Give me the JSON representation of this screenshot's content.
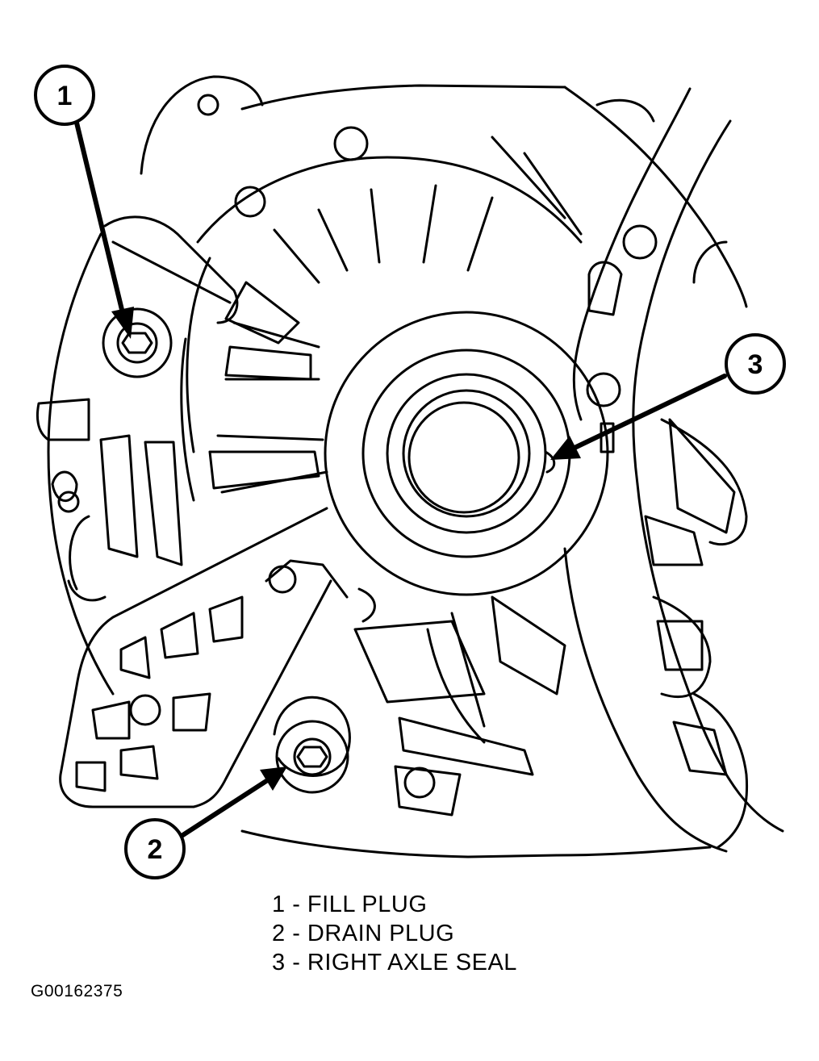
{
  "callouts": [
    {
      "number": "1",
      "target": "fill-plug"
    },
    {
      "number": "2",
      "target": "drain-plug"
    },
    {
      "number": "3",
      "target": "right-axle-seal"
    }
  ],
  "legend": [
    {
      "num": "1",
      "label": "FILL PLUG"
    },
    {
      "num": "2",
      "label": "DRAIN PLUG"
    },
    {
      "num": "3",
      "label": "RIGHT AXLE SEAL"
    }
  ],
  "figure_id": "G00162375"
}
